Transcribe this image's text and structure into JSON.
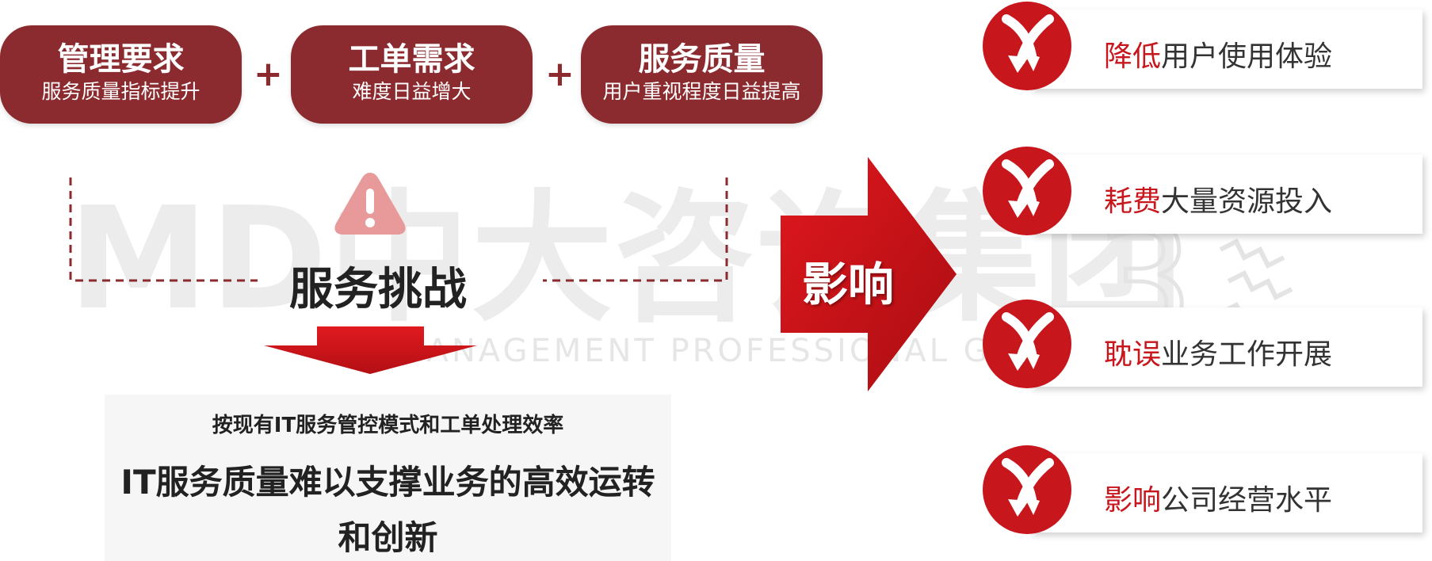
{
  "watermark": {
    "main": "MD中大咨询集团",
    "sub": "MANAGEMENT PROFESSIONAL GROUP"
  },
  "causes": [
    {
      "title": "管理要求",
      "subtitle": "服务质量指标提升"
    },
    {
      "title": "工单需求",
      "subtitle": "难度日益增大"
    },
    {
      "title": "服务质量",
      "subtitle": "用户重视程度日益提高"
    }
  ],
  "plus_sign": "+",
  "challenge": {
    "title": "服务挑战",
    "line1": "按现有IT服务管控模式和工单处理效率",
    "line2": "IT服务质量难以支撑业务的高效运转",
    "line3": "和创新"
  },
  "impact_label": "影响",
  "impacts": [
    {
      "highlight": "降低",
      "rest": "用户使用体验"
    },
    {
      "highlight": "耗费",
      "rest": "大量资源投入"
    },
    {
      "highlight": "耽误",
      "rest": "业务工作开展"
    },
    {
      "highlight": "影响",
      "rest": "公司经营水平"
    }
  ],
  "colors": {
    "pill": "#8b2b2f",
    "accent_red": "#c8161d",
    "warning": "#e89a9a"
  }
}
